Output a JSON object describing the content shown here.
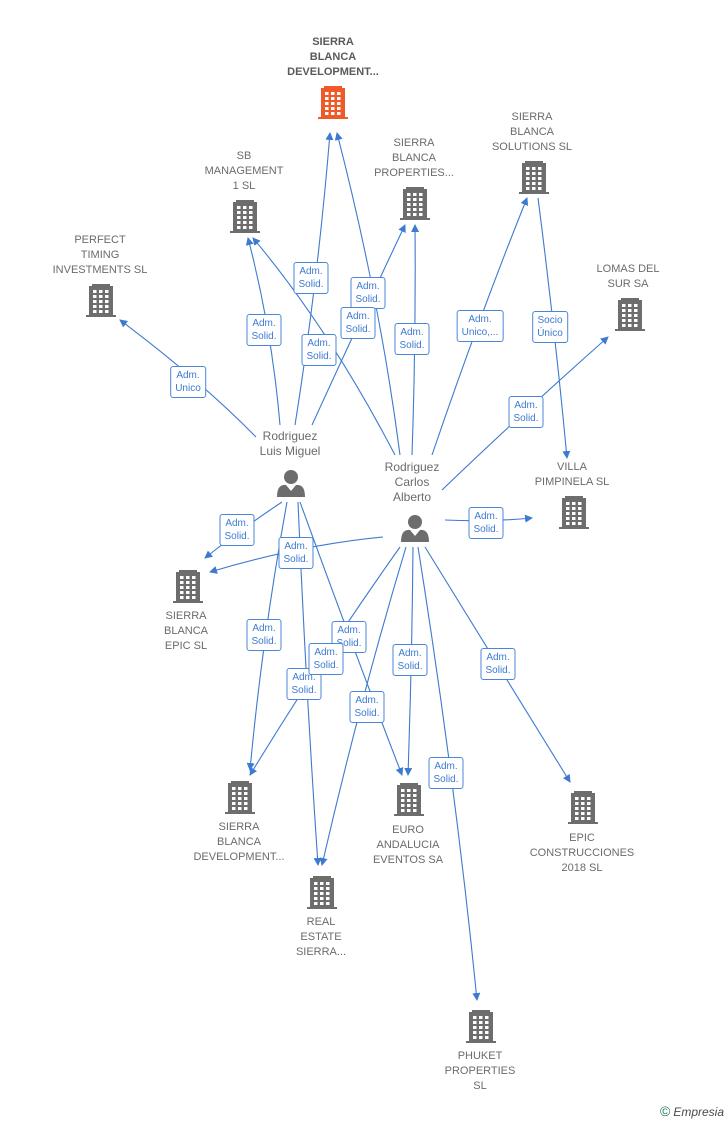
{
  "companies": [
    {
      "id": "sbd_main",
      "lines": [
        "SIERRA",
        "BLANCA",
        "DEVELOPMENT..."
      ],
      "highlight": true
    },
    {
      "id": "sbprop",
      "lines": [
        "SIERRA",
        "BLANCA",
        "PROPERTIES..."
      ]
    },
    {
      "id": "sbsol",
      "lines": [
        "SIERRA",
        "BLANCA",
        "SOLUTIONS SL"
      ]
    },
    {
      "id": "sbm1",
      "lines": [
        "SB",
        "MANAGEMENT",
        "1  SL"
      ]
    },
    {
      "id": "ptim",
      "lines": [
        "PERFECT",
        "TIMING",
        "INVESTMENTS SL"
      ]
    },
    {
      "id": "lomas",
      "lines": [
        "LOMAS DEL",
        "SUR SA"
      ]
    },
    {
      "id": "villa",
      "lines": [
        "VILLA",
        "PIMPINELA  SL"
      ]
    },
    {
      "id": "sbepic",
      "lines": [
        "SIERRA",
        "BLANCA",
        "EPIC  SL"
      ]
    },
    {
      "id": "sbdev2",
      "lines": [
        "SIERRA",
        "BLANCA",
        "DEVELOPMENT..."
      ]
    },
    {
      "id": "euro",
      "lines": [
        "EURO",
        "ANDALUCIA",
        "EVENTOS SA"
      ]
    },
    {
      "id": "epic2018",
      "lines": [
        "EPIC",
        "CONSTRUCCIONES",
        "2018  SL"
      ]
    },
    {
      "id": "realest",
      "lines": [
        "REAL",
        "ESTATE",
        "SIERRA..."
      ]
    },
    {
      "id": "phuket",
      "lines": [
        "PHUKET",
        "PROPERTIES",
        "SL"
      ]
    }
  ],
  "persons": [
    {
      "id": "luis",
      "lines": [
        "Rodriguez",
        "Luis Miguel"
      ]
    },
    {
      "id": "carlos",
      "lines": [
        "Rodriguez",
        "Carlos",
        "Alberto"
      ]
    }
  ],
  "edges": [
    {
      "from": "luis",
      "to": "ptim",
      "label": "Adm.\nUnico"
    },
    {
      "from": "luis",
      "to": "sbm1",
      "label": "Adm.\nSolid."
    },
    {
      "from": "luis",
      "to": "sbd_main",
      "label": "Adm.\nSolid."
    },
    {
      "from": "luis",
      "to": "sbprop",
      "label": "Adm.\nSolid."
    },
    {
      "from": "luis",
      "to": "sbepic",
      "label": "Adm.\nSolid."
    },
    {
      "from": "luis",
      "to": "sbdev2",
      "label": "Adm.\nSolid."
    },
    {
      "from": "luis",
      "to": "realest",
      "label": "Adm.\nSolid."
    },
    {
      "from": "luis",
      "to": "euro",
      "label": "Adm.\nSolid."
    },
    {
      "from": "carlos",
      "to": "sbm1",
      "label": "Adm.\nSolid."
    },
    {
      "from": "carlos",
      "to": "sbd_main",
      "label": "Adm.\nSolid."
    },
    {
      "from": "carlos",
      "to": "sbprop",
      "label": "Adm.\nSolid."
    },
    {
      "from": "carlos",
      "to": "sbsol",
      "label": "Adm.\nUnico,..."
    },
    {
      "from": "carlos",
      "to": "lomas",
      "label": "Adm.\nSolid."
    },
    {
      "from": "carlos",
      "to": "villa",
      "label": "Adm.\nSolid."
    },
    {
      "from": "carlos",
      "to": "sbepic",
      "label": "Adm.\nSolid."
    },
    {
      "from": "carlos",
      "to": "sbdev2",
      "label": "Adm.\nSolid."
    },
    {
      "from": "carlos",
      "to": "realest",
      "label": "Adm.\nSolid."
    },
    {
      "from": "carlos",
      "to": "euro",
      "label": "Adm.\nSolid."
    },
    {
      "from": "carlos",
      "to": "epic2018",
      "label": "Adm.\nSolid."
    },
    {
      "from": "carlos",
      "to": "phuket",
      "label": "Adm.\nSolid."
    },
    {
      "from": "sbsol",
      "to": "villa",
      "label": "Socio\nÚnico"
    }
  ],
  "footer": {
    "copyright": "©",
    "brand": "Empresia"
  },
  "colors": {
    "edge": "#3d7ad0",
    "node": "#6d6d6d",
    "highlight": "#f05a28"
  }
}
